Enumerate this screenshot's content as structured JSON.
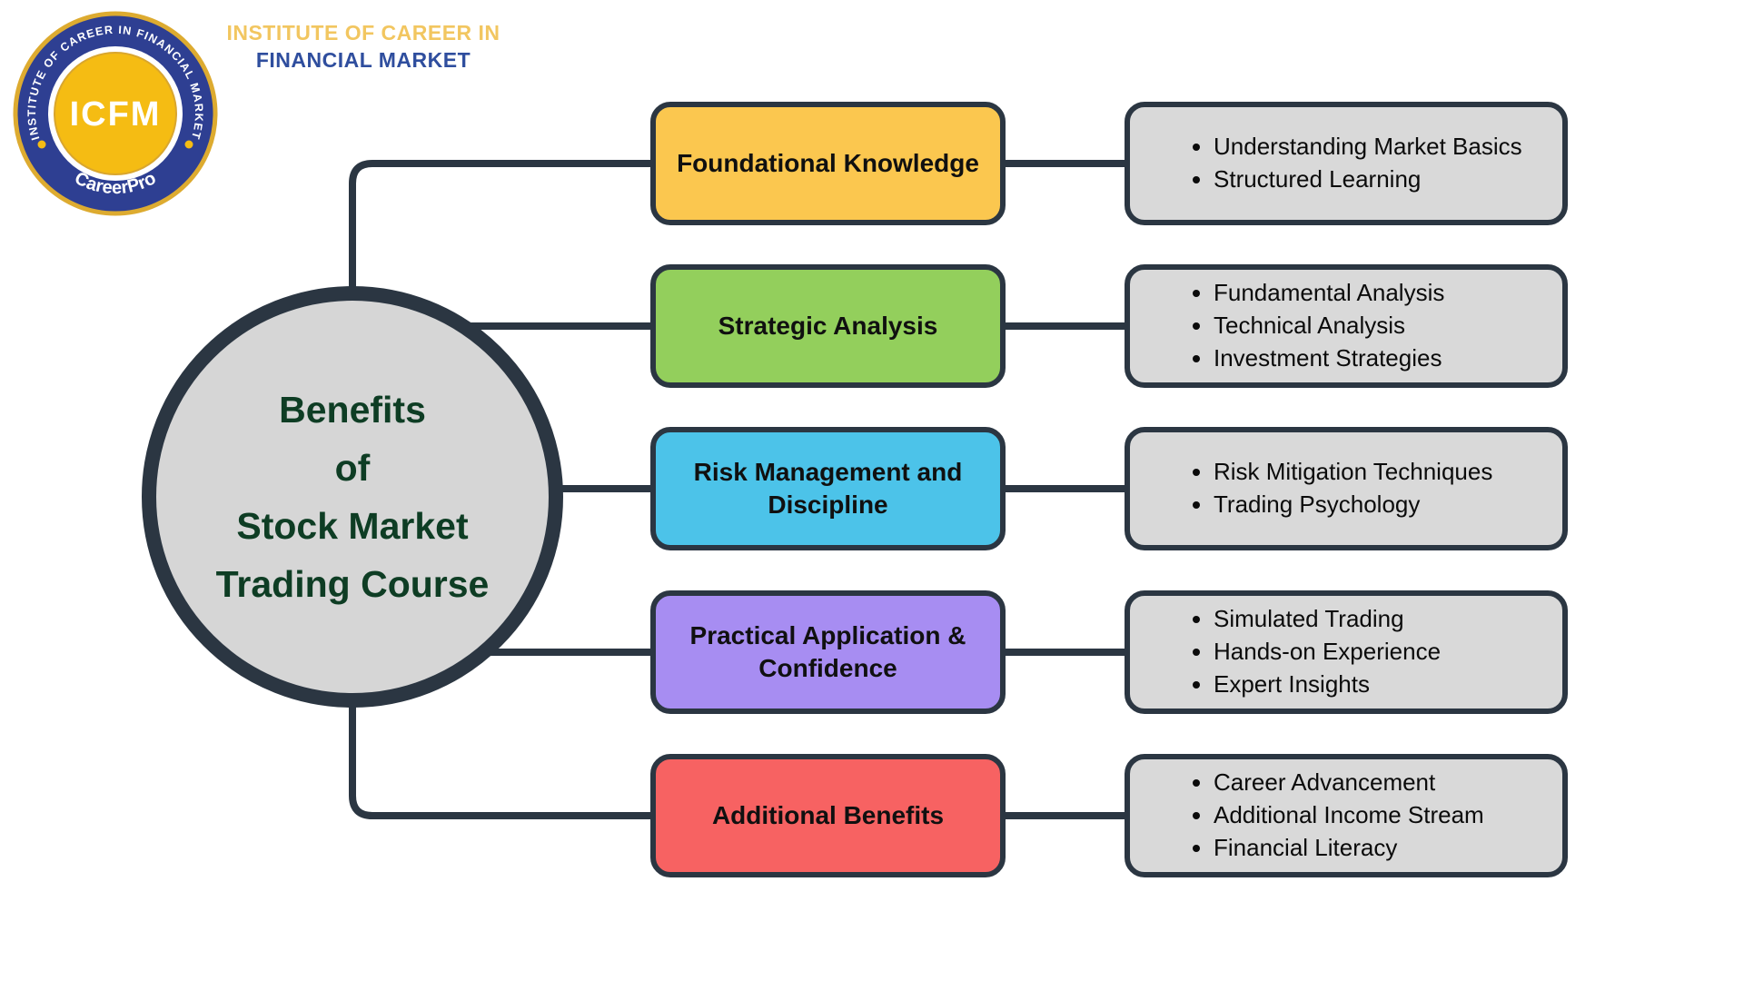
{
  "header": {
    "brand_line1": "INSTITUTE OF CAREER IN",
    "brand_line2": "FINANCIAL MARKET"
  },
  "logo": {
    "ring_text": "INSTITUTE OF CAREER IN FINANCIAL MARKET",
    "center_text": "ICFM",
    "bottom_text": "CareerPro"
  },
  "center": {
    "lines": [
      "Benefits",
      "of",
      "Stock Market",
      "Trading Course"
    ]
  },
  "branches": [
    {
      "label": "Foundational Knowledge",
      "color": "#FBC74F",
      "items": [
        "Understanding Market Basics",
        "Structured Learning"
      ]
    },
    {
      "label": "Strategic Analysis",
      "color": "#93CF5C",
      "items": [
        "Fundamental Analysis",
        "Technical Analysis",
        "Investment Strategies"
      ]
    },
    {
      "label": "Risk Management and Discipline",
      "color": "#4CC3E9",
      "items": [
        "Risk Mitigation Techniques",
        "Trading Psychology"
      ]
    },
    {
      "label": "Practical Application & Confidence",
      "color": "#A78DF2",
      "items": [
        "Simulated Trading",
        "Hands-on Experience",
        "Expert Insights"
      ]
    },
    {
      "label": "Additional Benefits",
      "color": "#F76262",
      "items": [
        "Career Advancement",
        "Additional Income Stream",
        "Financial Literacy"
      ]
    }
  ],
  "colors": {
    "outline": "#2B3642",
    "circle_fill": "#D6D6D6",
    "circle_text": "#0E3D24",
    "panel_fill": "#D9D9D9",
    "brand_gold": "#F2C660",
    "brand_navy": "#2F4E9E",
    "logo_blue": "#2E3F92",
    "logo_gold": "#F5BC13"
  }
}
